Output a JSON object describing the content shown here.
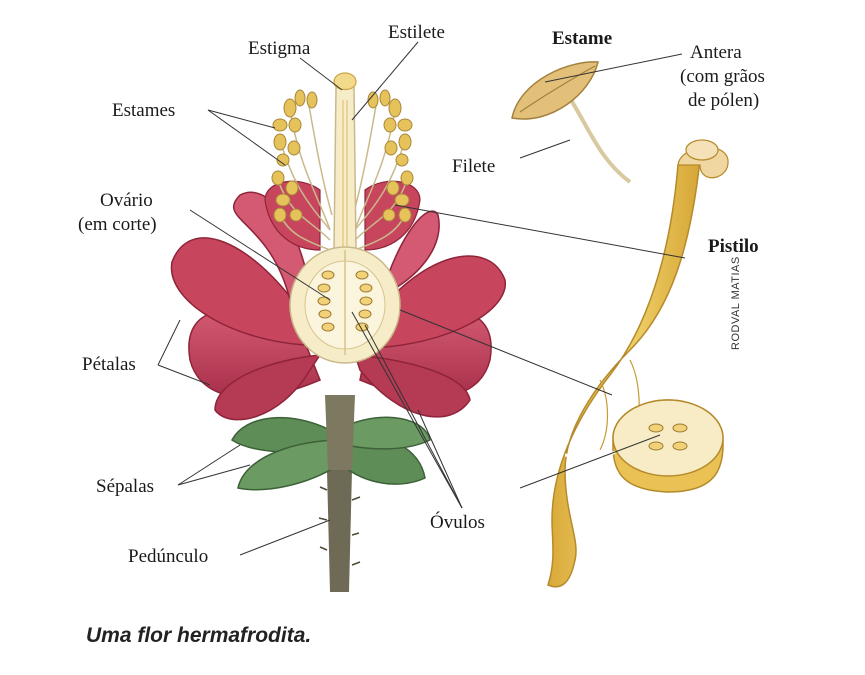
{
  "labels": {
    "estigma": "Estigma",
    "estilete": "Estilete",
    "estames": "Estames",
    "ovario_1": "Ovário",
    "ovario_2": "(em corte)",
    "petalas": "Pétalas",
    "sepalas": "Sépalas",
    "pedunculo": "Pedúnculo",
    "ovulos": "Óvulos",
    "estame_title": "Estame",
    "antera_1": "Antera",
    "antera_2": "(com grãos",
    "antera_3": "de pólen)",
    "filete": "Filete",
    "pistilo": "Pistilo"
  },
  "credit": "RODVAL MATIAS",
  "caption": "Uma flor hermafrodita.",
  "colors": {
    "petal": "#c7465e",
    "petal_dark": "#8f2439",
    "sepal": "#5f8d58",
    "stem": "#6e6a55",
    "pollen": "#e6c25a",
    "pistil": "#e8c14d",
    "tissue": "#f6edc8"
  }
}
